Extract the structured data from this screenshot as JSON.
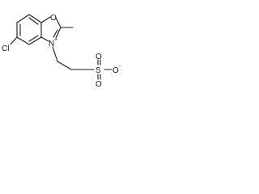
{
  "molecule": {
    "atoms": {
      "ring_oxygen": "O",
      "ring_nitrogen": "N",
      "nitrogen_charge": "+",
      "chlorine": "Cl",
      "sulfur": "S",
      "sulfonyl_oxygen_top": "O",
      "sulfonyl_oxygen_bottom": "O",
      "anionic_oxygen": "O",
      "oxygen_charge": "-"
    }
  }
}
